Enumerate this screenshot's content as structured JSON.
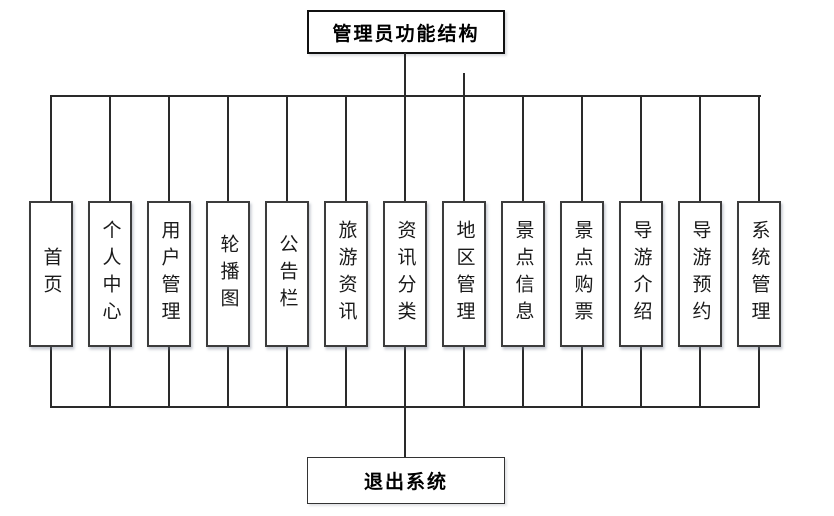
{
  "diagram": {
    "root": "管理员功能结构",
    "nodes": [
      "首页",
      "个人中心",
      "用户管理",
      "轮播图",
      "公告栏",
      "旅游资讯",
      "资讯分类",
      "地区管理",
      "景点信息",
      "景点购票",
      "导游介绍",
      "导游预约",
      "系统管理"
    ],
    "exit": "退出系统",
    "line_color": "#2a2a2a",
    "box_border_color": "#3c3c3c",
    "background_color": "#ffffff"
  }
}
